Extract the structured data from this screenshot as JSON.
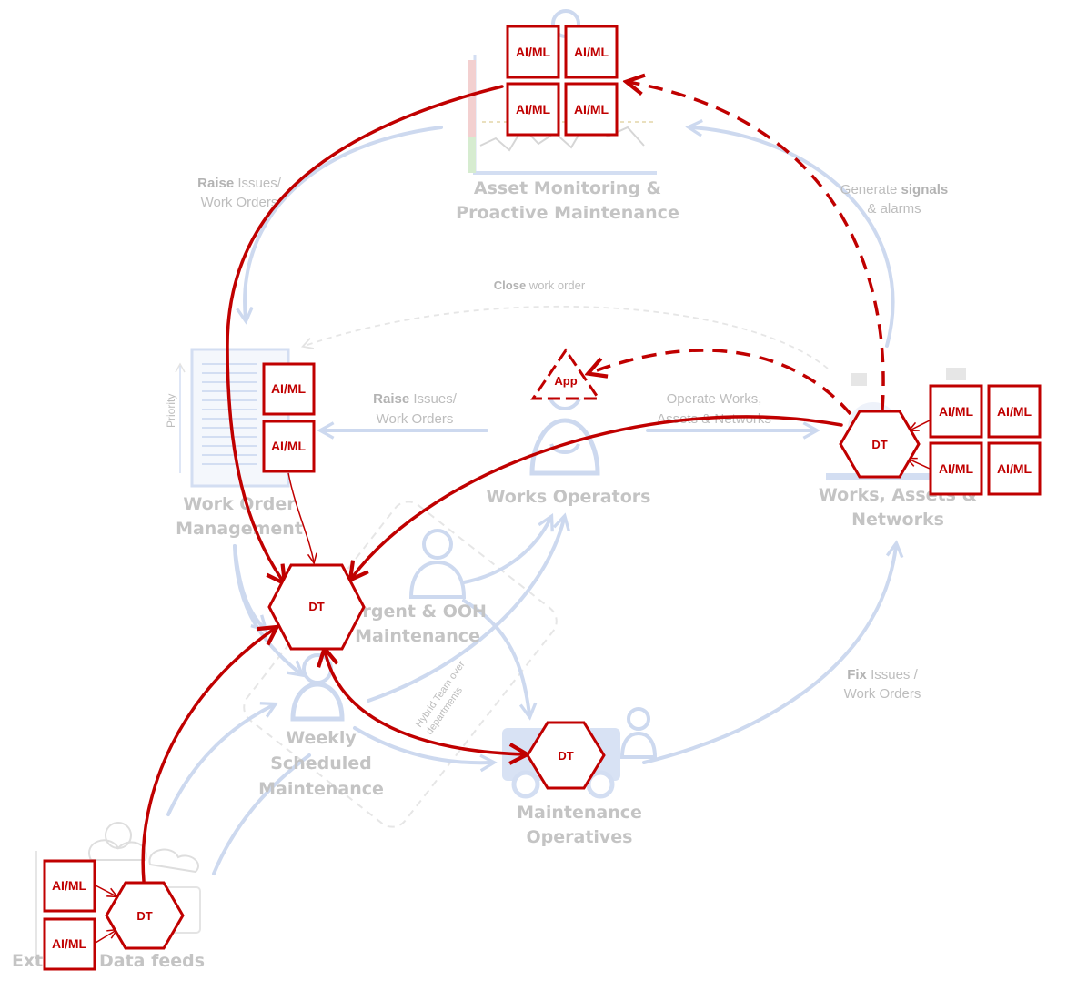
{
  "nodes": {
    "asset_monitoring": {
      "line1": "Asset Monitoring &",
      "line2": "Proactive Maintenance"
    },
    "work_order": {
      "line1": "Work Order",
      "line2": "Management",
      "axis": "Priority"
    },
    "works_operators": {
      "label": "Works Operators"
    },
    "works_assets": {
      "line1": "Works, Assets &",
      "line2": "Networks"
    },
    "urgent": {
      "line1": "Urgent & OOH",
      "line2": "Maintenance"
    },
    "weekly": {
      "line1": "Weekly",
      "line2": "Scheduled",
      "line3": "Maintenance"
    },
    "maintenance_ops": {
      "line1": "Maintenance",
      "line2": "Operatives"
    },
    "external": {
      "label": "External Data feeds"
    }
  },
  "flows": {
    "raise_top": {
      "bold": "Raise",
      "rest": " Issues/",
      "line2": "Work Orders"
    },
    "generate": {
      "rest": "Generate ",
      "bold": "signals",
      "line2": "& alarms"
    },
    "close": {
      "bold": "Close",
      "rest": " work order"
    },
    "raise_mid": {
      "bold": "Raise",
      "rest": " Issues/",
      "line2": "Work Orders"
    },
    "operate": {
      "line1": "Operate Works,",
      "line2": "Assets & Networks"
    },
    "fix": {
      "bold": "Fix",
      "rest": " Issues /",
      "line2": "Work Orders"
    },
    "rotated": {
      "line1": "Hybrid Team over",
      "line2": "departments"
    }
  },
  "overlay": {
    "aiml": "AI/ML",
    "dt": "DT",
    "app": "App"
  },
  "colors": {
    "accent": "#c00000",
    "flow": "#cdd9ef",
    "muted": "#c4c4c4"
  }
}
